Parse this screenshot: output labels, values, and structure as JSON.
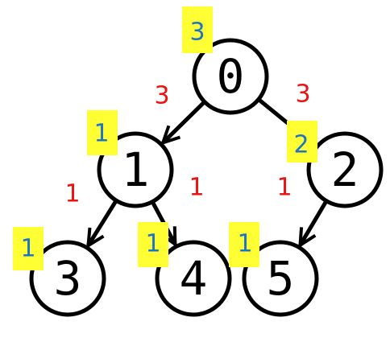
{
  "colors": {
    "node_stroke": "#000000",
    "node_fill": "#ffffff",
    "edge_weight": "#ee1111",
    "badge_fill": "#ffff33",
    "badge_text": "#1c74c4"
  },
  "nodes": [
    {
      "id": "0",
      "label": "0",
      "badge": "3"
    },
    {
      "id": "1",
      "label": "1",
      "badge": "1"
    },
    {
      "id": "2",
      "label": "2",
      "badge": "2"
    },
    {
      "id": "3",
      "label": "3",
      "badge": "1"
    },
    {
      "id": "4",
      "label": "4",
      "badge": "1"
    },
    {
      "id": "5",
      "label": "5",
      "badge": "1"
    }
  ],
  "edges": [
    {
      "from": "0",
      "to": "1",
      "weight": "3"
    },
    {
      "from": "0",
      "to": "2",
      "weight": "3"
    },
    {
      "from": "1",
      "to": "3",
      "weight": "1"
    },
    {
      "from": "1",
      "to": "4",
      "weight": "1"
    },
    {
      "from": "2",
      "to": "5",
      "weight": "1"
    }
  ]
}
